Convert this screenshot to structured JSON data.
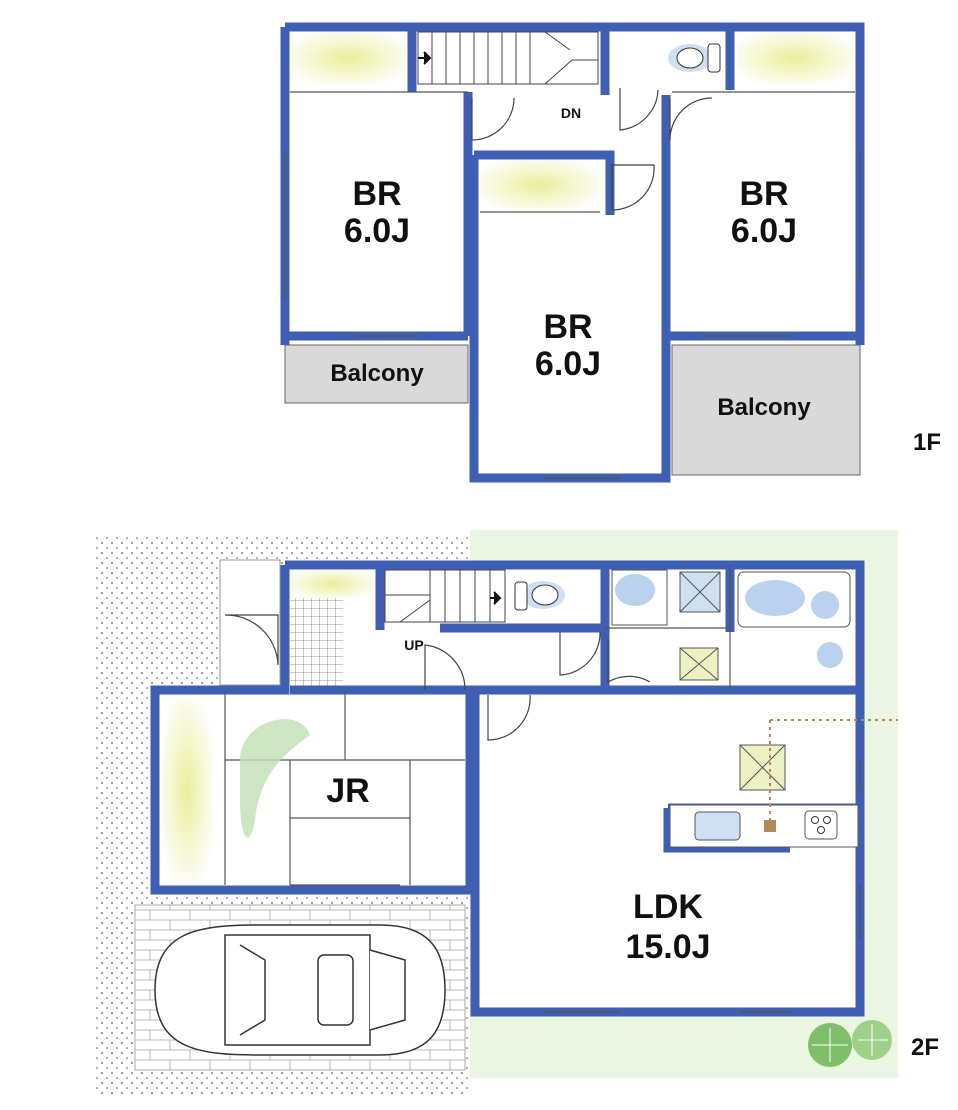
{
  "floors": {
    "upper": {
      "floor_label": "1F",
      "rooms": {
        "br_left": {
          "name": "BR",
          "size": "6.0J"
        },
        "br_center": {
          "name": "BR",
          "size": "6.0J"
        },
        "br_right": {
          "name": "BR",
          "size": "6.0J"
        },
        "balcony_left": {
          "name": "Balcony"
        },
        "balcony_right": {
          "name": "Balcony"
        }
      },
      "stair_label": "DN"
    },
    "lower": {
      "floor_label": "2F",
      "rooms": {
        "jr": {
          "name": "JR"
        },
        "ldk": {
          "name": "LDK",
          "size": "15.0J"
        }
      },
      "stair_label": "UP"
    }
  },
  "colors": {
    "wall": "#3f5fb5",
    "balcony": "#d9d9d9",
    "garden": "#eaf5e2",
    "closet": "#eef2c2",
    "fixture": "#a9c7e8",
    "tree": "#7fbf6a",
    "dotted_line": "#b08a5a"
  },
  "icons": [
    "toilet-icon",
    "bathtub-icon",
    "washbasin-icon",
    "sink-icon",
    "stove-icon",
    "car-icon",
    "stair-arrow-icon",
    "tree-icon"
  ]
}
